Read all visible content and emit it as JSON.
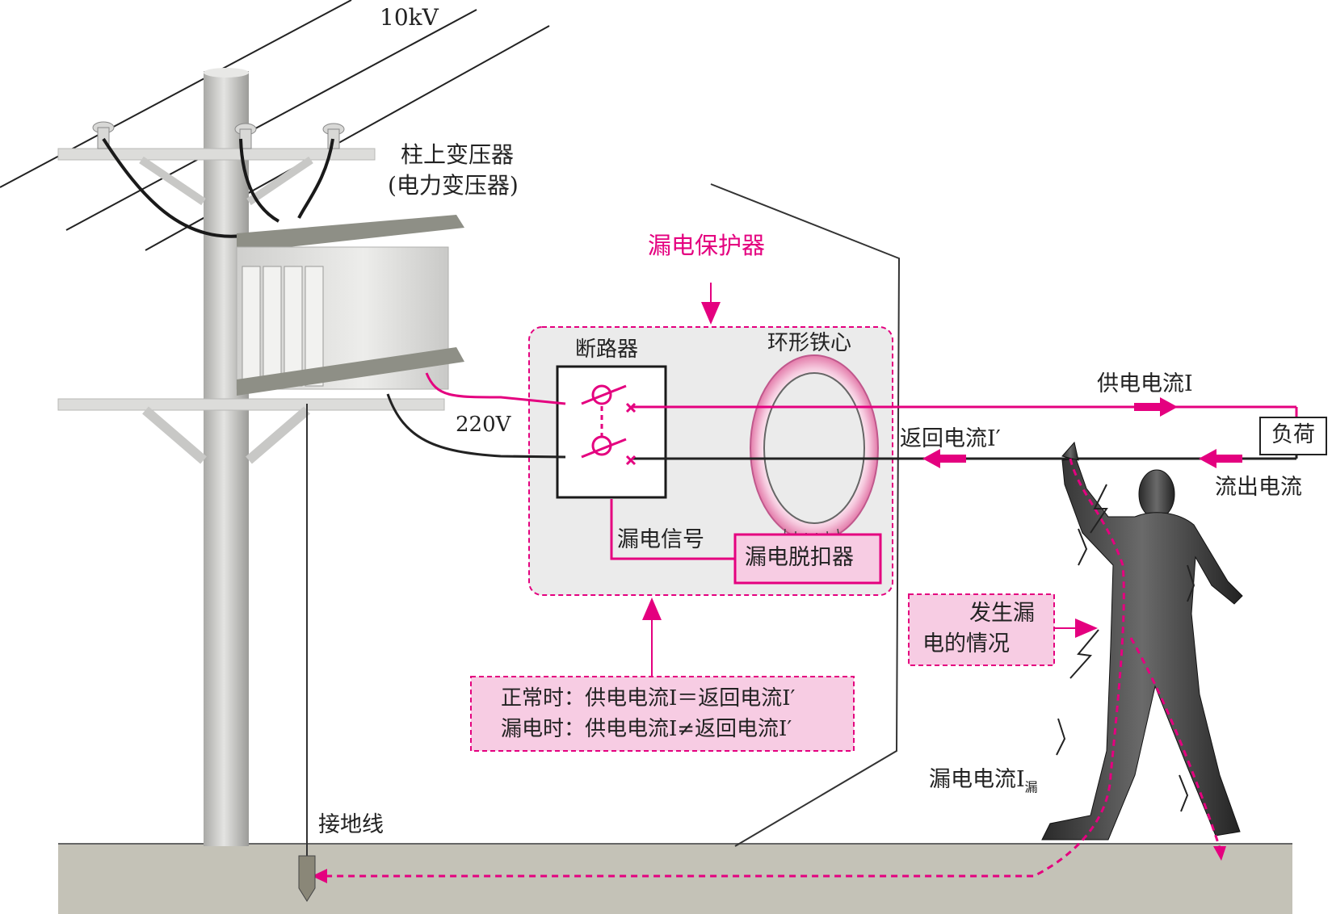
{
  "labels": {
    "voltage_high": "10kV",
    "transformer_line1": "柱上变压器",
    "transformer_line2": "(电力变压器)",
    "rcd_title": "漏电保护器",
    "breaker": "断路器",
    "toroid_core": "环形铁心",
    "voltage_low": "220V",
    "supply_current": "供电电流I",
    "return_current": "返回电流I′",
    "load": "负荷",
    "outflow_current": "流出电流",
    "leak_signal": "漏电信号",
    "leak_trip": "漏电脱扣器",
    "leak_case_line1": "发生漏",
    "leak_case_line2": "电的情况",
    "normal_condition": "正常时：供电电流I＝返回电流I′",
    "leak_condition": "漏电时：供电电流I≠返回电流I′",
    "leak_current": "漏电电流I",
    "leak_current_sub": "漏",
    "ground_wire": "接地线"
  },
  "colors": {
    "accent": "#e4007f",
    "box_fill": "#ebebeb",
    "ground": "#c4c2b7",
    "pole": "#d3d3d0",
    "wire": "#222222"
  }
}
